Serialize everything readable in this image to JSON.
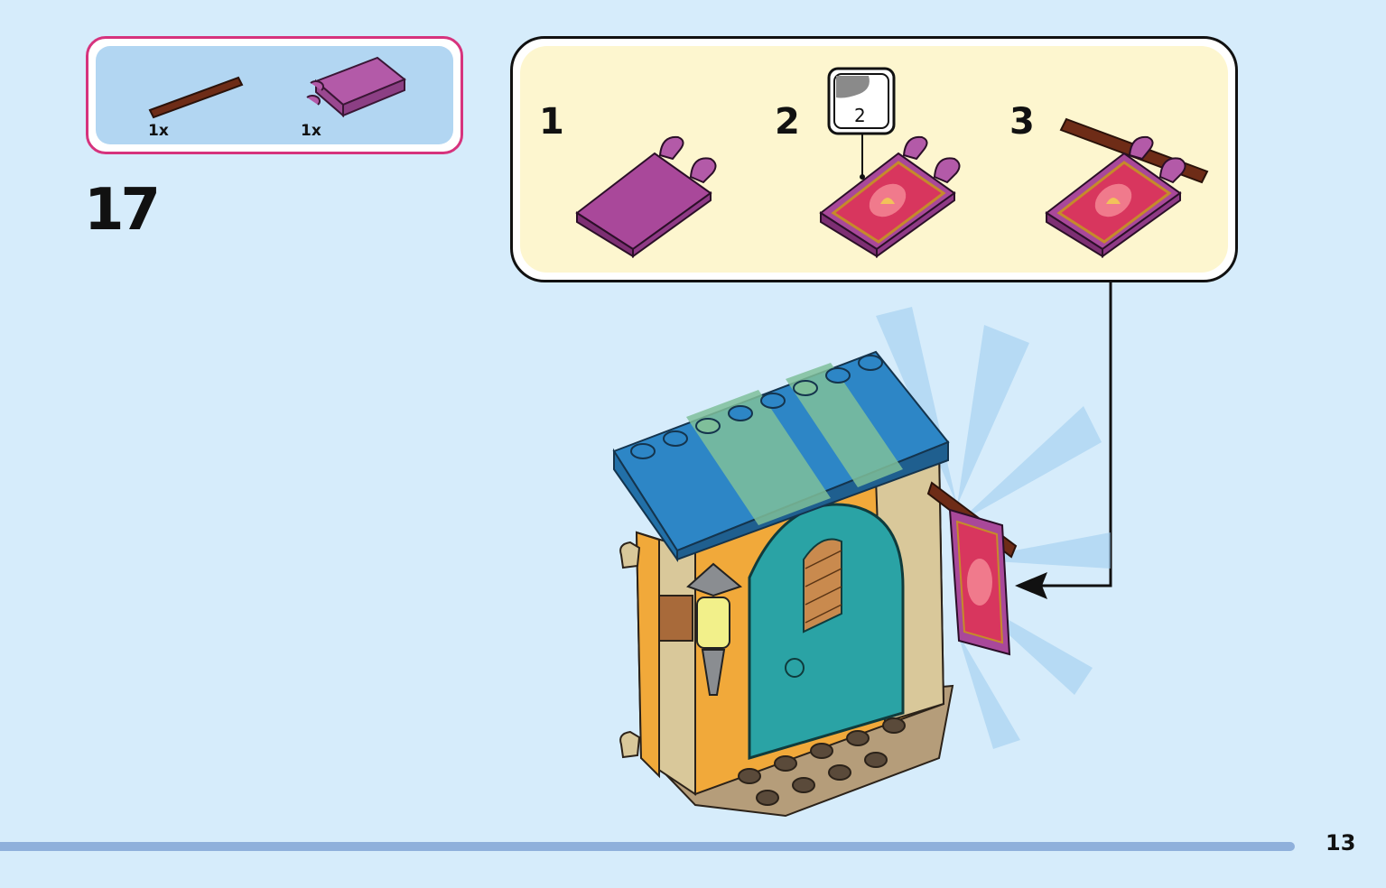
{
  "parts_list": {
    "items": [
      {
        "name": "brown-bar",
        "qty": "1x",
        "color": "#6e2c17"
      },
      {
        "name": "magenta-flag-tile",
        "qty": "1x",
        "color": "#a9489a"
      }
    ],
    "border_color": "#d6337d",
    "bg_color": "#b2d6f2"
  },
  "step": {
    "number": "17"
  },
  "sub_assembly": {
    "steps": [
      {
        "number": "1"
      },
      {
        "number": "2",
        "sticker_number": "2"
      },
      {
        "number": "3"
      }
    ],
    "bg_color": "#fdf6cf"
  },
  "page": {
    "number": "13"
  },
  "colors": {
    "page_bg": "#d6ecfb",
    "bar": "#8fb0db"
  }
}
